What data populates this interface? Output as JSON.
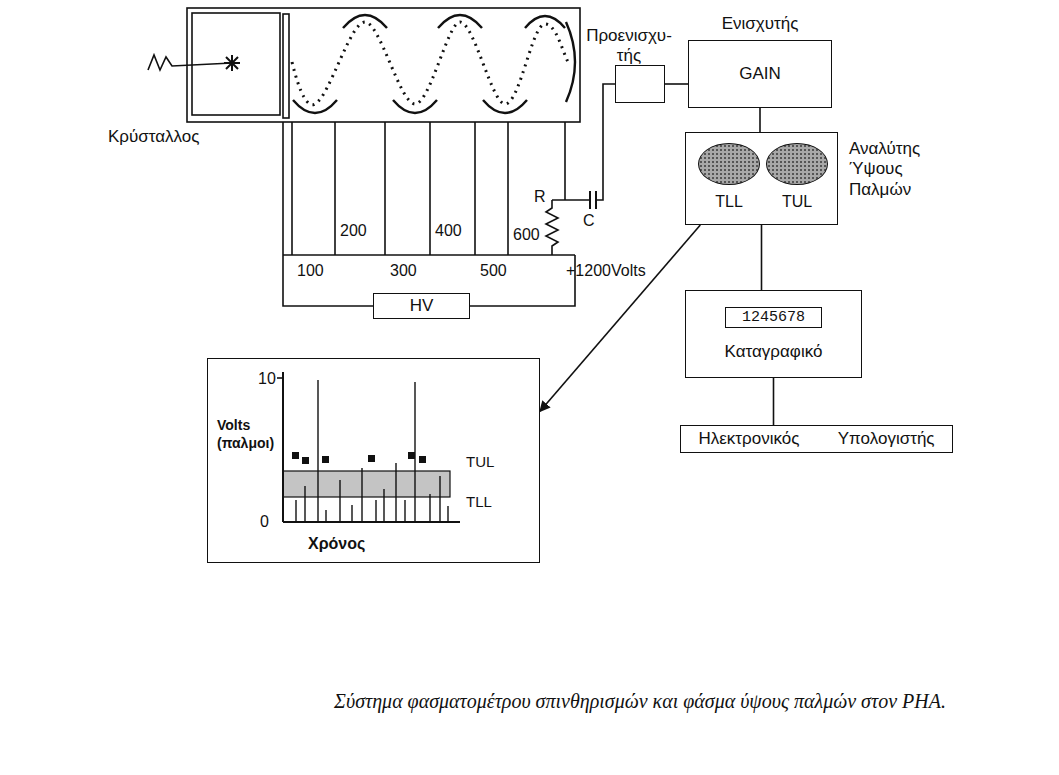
{
  "diagram": {
    "caption": "Σύστημα φασματομέτρου σπινθηρισμών και φάσμα ύψους παλμών στον PHA.",
    "nodes": [
      {
        "text": [
          "Προενισχυ- τής"
        ]
      },
      {
        "text": [
          "Ενισχυτής",
          "GAIN"
        ]
      },
      {
        "text": [
          "Αναλύτης Ύψους Παλμών"
        ]
      },
      {
        "text": [
          "TLL"
        ],
        "in": 2
      },
      {
        "text": [
          "TUL"
        ],
        "in": 2
      },
      {
        "text": [
          "HV"
        ]
      },
      {
        "text": [
          "10",
          "Volts (παλμοι)",
          "0",
          "Χρόνος",
          "TUL",
          "TLL"
        ]
      },
      {
        "text": [
          "1245678",
          "Καταγραφικό"
        ]
      },
      {
        "text": [
          "Ηλεκτρονικός Υπολογιστής"
        ]
      }
    ],
    "edges": [
      {
        "from": 0,
        "to": 1,
        "arrow": "none"
      },
      {
        "from": 1,
        "to": 2,
        "arrow": "none"
      },
      {
        "from": 2,
        "to": 6,
        "arrow": "to"
      },
      {
        "from": 2,
        "to": 7,
        "arrow": "none"
      },
      {
        "from": 7,
        "to": 8,
        "arrow": "none"
      }
    ],
    "labels": [
      "Κρύσταλλος",
      "100",
      "200",
      "300",
      "400",
      "500",
      "600",
      "+1200Volts",
      "R",
      "C"
    ]
  }
}
